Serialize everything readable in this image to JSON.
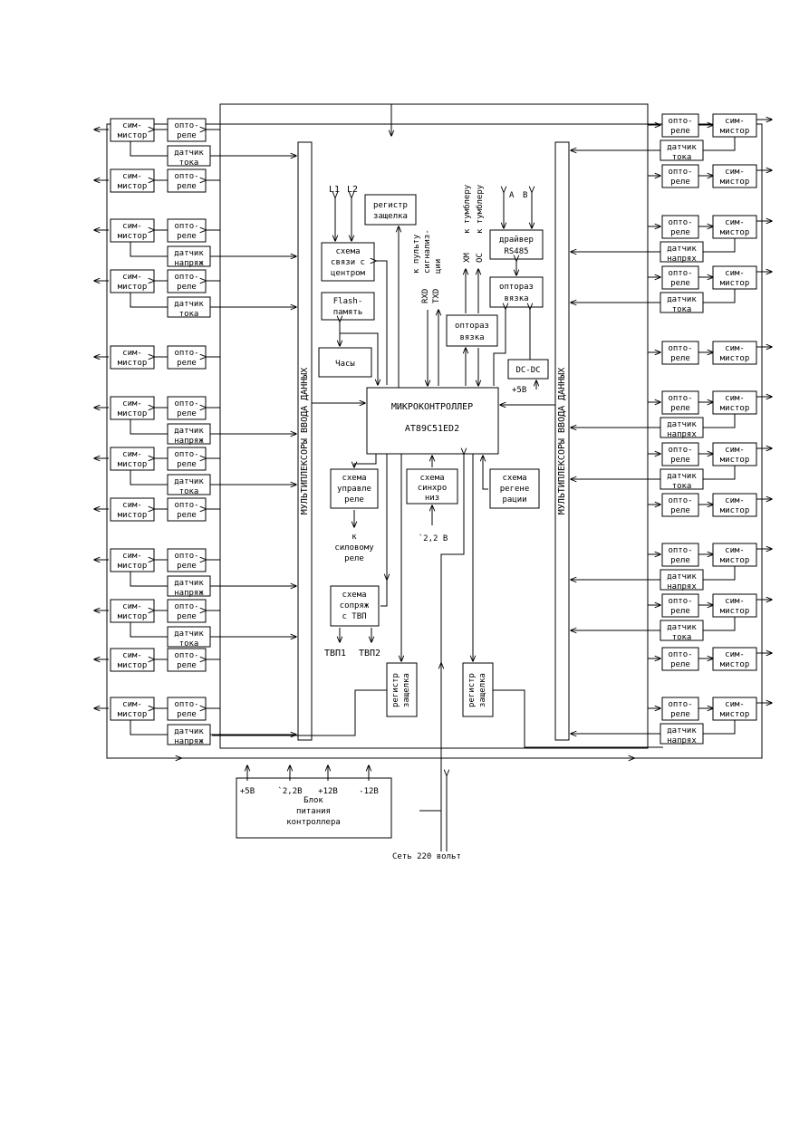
{
  "labels": {
    "simistor": [
      "сим-",
      "мистор"
    ],
    "optorele": [
      "опто-",
      "реле"
    ],
    "datchik_toka": [
      "датчик",
      "тока"
    ],
    "datchik_napr": [
      "датчик",
      "напряж"
    ],
    "datchik_napr_right": [
      "датчик",
      "напрях"
    ]
  },
  "left_groups": [
    {
      "sensor": "tok"
    },
    {
      "sensor": "none"
    },
    {
      "sensor": "napr"
    },
    {
      "sensor": "tok"
    },
    {
      "sensor": "none"
    },
    {
      "sensor": "napr"
    },
    {
      "sensor": "tok"
    },
    {
      "sensor": "none"
    },
    {
      "sensor": "napr"
    },
    {
      "sensor": "tok"
    },
    {
      "sensor": "none"
    },
    {
      "sensor": "napr"
    }
  ],
  "right_groups": [
    {
      "sensor": "tok"
    },
    {
      "sensor": "none"
    },
    {
      "sensor": "napr"
    },
    {
      "sensor": "tok"
    },
    {
      "sensor": "none"
    },
    {
      "sensor": "napr"
    },
    {
      "sensor": "tok"
    },
    {
      "sensor": "none"
    },
    {
      "sensor": "napr"
    },
    {
      "sensor": "tok"
    },
    {
      "sensor": "none"
    },
    {
      "sensor": "napr"
    }
  ],
  "mux_label": "МУЛЬТИПЛЕКСОРЫ ВВОДА ДАННЫХ",
  "mcu": [
    "МИКРОКОНТРОЛЛЕР",
    "AT89C51ED2"
  ],
  "blocks": {
    "reg_top": [
      "регистр",
      "защелка"
    ],
    "link": [
      "схема",
      "связи с",
      "центром"
    ],
    "flash": [
      "Flash-",
      "память"
    ],
    "clock": [
      "Часы"
    ],
    "opto_mid": [
      "оптораз",
      "вязка"
    ],
    "opto_right": [
      "оптораз",
      "вязка"
    ],
    "driver": [
      "драйвер",
      "RS485"
    ],
    "dcdc": [
      "DC-DC"
    ],
    "relay_ctrl": [
      "схема",
      "управле",
      "реле"
    ],
    "sync": [
      "схема",
      "синхро",
      "низ"
    ],
    "regen": [
      "схема",
      "регене",
      "рации"
    ],
    "tvp": [
      "схема",
      "сопряж",
      "с ТВП"
    ],
    "reg_bottom_left": [
      "регистр",
      "защелка"
    ],
    "reg_bottom_right": [
      "регистр",
      "защелка"
    ],
    "psu": [
      "Блок",
      "питания",
      "контроллера"
    ]
  },
  "signals": {
    "l1": "L1",
    "l2": "L2",
    "rxd": "RXD",
    "txd": "TXD",
    "to_console": [
      "к пульту",
      "сигнализ-",
      "ции"
    ],
    "xm": "ХМ",
    "oc": "ОС",
    "to_tumbler": [
      "к тумблеру",
      "к тумблеру"
    ],
    "a": "А",
    "b": "В",
    "plus5_dcdc": "+5В",
    "to_power_relay": [
      "к",
      "силовому",
      "реле"
    ],
    "sync_v": "`2,2 В",
    "tvp1": "ТВП1",
    "tvp2": "ТВП2",
    "supply": [
      "+5В",
      "`2,2В",
      "+12В",
      "-12В"
    ],
    "mains": "Сеть 220 вольт"
  }
}
